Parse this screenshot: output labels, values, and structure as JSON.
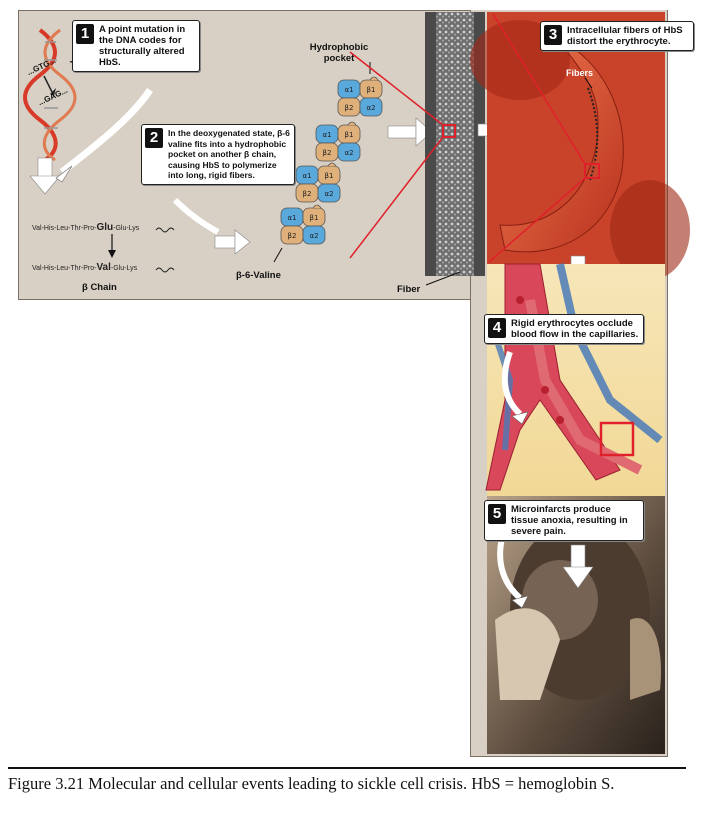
{
  "steps": [
    {
      "number": "1",
      "text": "A point mutation in the DNA codes for structurally altered HbS."
    },
    {
      "number": "2",
      "text": "In the deoxygenated state, β-6 valine fits into a hydrophobic pocket on another β chain, causing HbS to polymerize into long, rigid fibers."
    },
    {
      "number": "3",
      "text": "Intracellular fibers of HbS distort the erythrocyte."
    },
    {
      "number": "4",
      "text": "Rigid erythrocytes occlude blood flow in the capillaries."
    },
    {
      "number": "5",
      "text": "Microinfarcts produce tissue anoxia, resulting in severe pain."
    }
  ],
  "dna": {
    "codon_top": "...GTG...",
    "codon_bottom": "...GAG..."
  },
  "sequences": {
    "normal_pre": "Val-His-Leu-Thr-Pro-",
    "normal_mut": "Glu",
    "normal_post": "-Glu-Lys",
    "sickle_pre": "Val-His-Leu-Thr-Pro-",
    "sickle_mut": "Val",
    "sickle_post": "-Glu-Lys",
    "chain_label": "β Chain"
  },
  "labels": {
    "hydrophobic_pocket": "Hydrophobic pocket",
    "beta6_valine": "β-6-Valine",
    "fiber": "Fiber",
    "fibers": "Fibers"
  },
  "subunits": {
    "a1": "α1",
    "b1": "β1",
    "b2": "β2",
    "a2": "α2"
  },
  "caption": "Figure 3.21 Molecular and cellular events leading to sickle cell crisis. HbS = hemoglobin S.",
  "colors": {
    "panel": "#d8d0c4",
    "alpha_subunit": "#5aa9dc",
    "beta_subunit": "#e0b07a",
    "highlight": "#e0202a",
    "rbc": "#d8503a"
  }
}
